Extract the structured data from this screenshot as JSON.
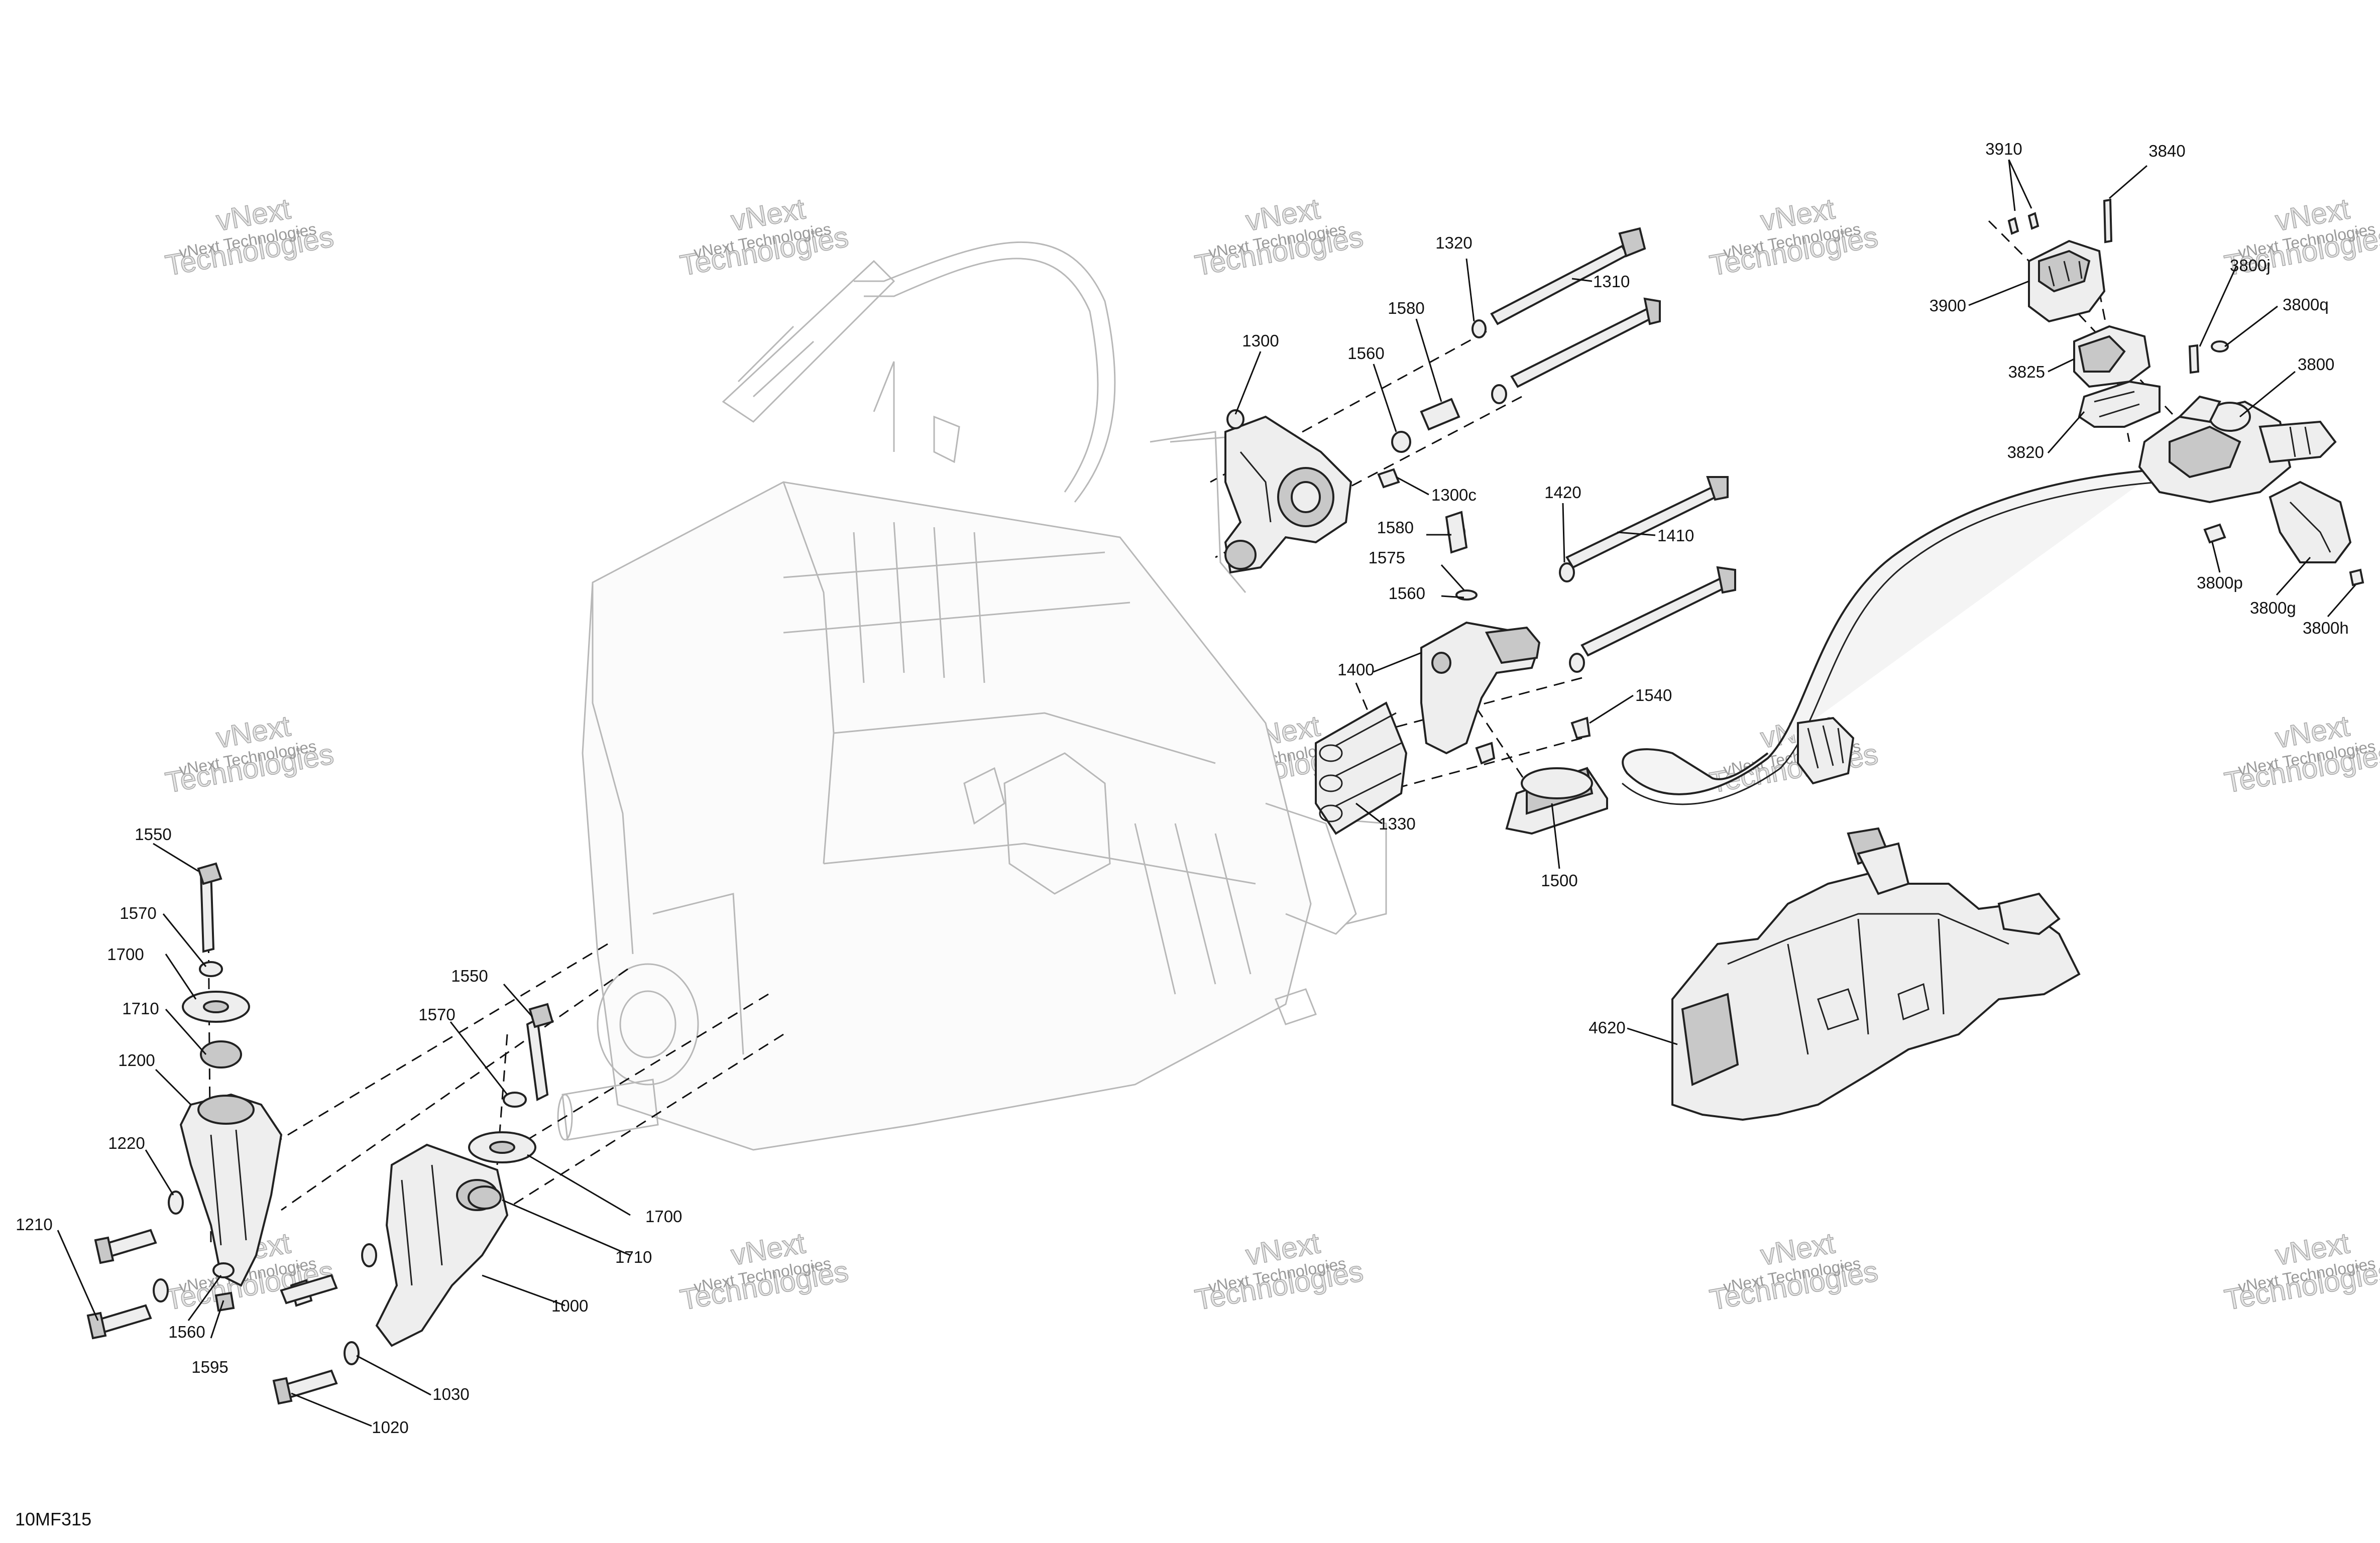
{
  "diagram": {
    "code": "10MF315",
    "watermark": {
      "small_text": "vNext Technologies",
      "large_top": "vNext",
      "large_bottom": "Technologies"
    },
    "callouts": [
      {
        "label": "3910"
      },
      {
        "label": "3840"
      },
      {
        "label": "1320"
      },
      {
        "label": "1310"
      },
      {
        "label": "3800j"
      },
      {
        "label": "3900"
      },
      {
        "label": "3800q"
      },
      {
        "label": "1300"
      },
      {
        "label": "1580"
      },
      {
        "label": "1560"
      },
      {
        "label": "3825"
      },
      {
        "label": "3800"
      },
      {
        "label": "3820"
      },
      {
        "label": "1300c"
      },
      {
        "label": "1420"
      },
      {
        "label": "1580"
      },
      {
        "label": "1410"
      },
      {
        "label": "1575"
      },
      {
        "label": "1560"
      },
      {
        "label": "3800p"
      },
      {
        "label": "3800g"
      },
      {
        "label": "3800h"
      },
      {
        "label": "1400"
      },
      {
        "label": "1540"
      },
      {
        "label": "1330"
      },
      {
        "label": "1500"
      },
      {
        "label": "1550"
      },
      {
        "label": "1570"
      },
      {
        "label": "1700"
      },
      {
        "label": "1550"
      },
      {
        "label": "1710"
      },
      {
        "label": "1570"
      },
      {
        "label": "4620"
      },
      {
        "label": "1200"
      },
      {
        "label": "1220"
      },
      {
        "label": "1700"
      },
      {
        "label": "1710"
      },
      {
        "label": "1210"
      },
      {
        "label": "1000"
      },
      {
        "label": "1560"
      },
      {
        "label": "1595"
      },
      {
        "label": "1030"
      },
      {
        "label": "1020"
      }
    ]
  }
}
